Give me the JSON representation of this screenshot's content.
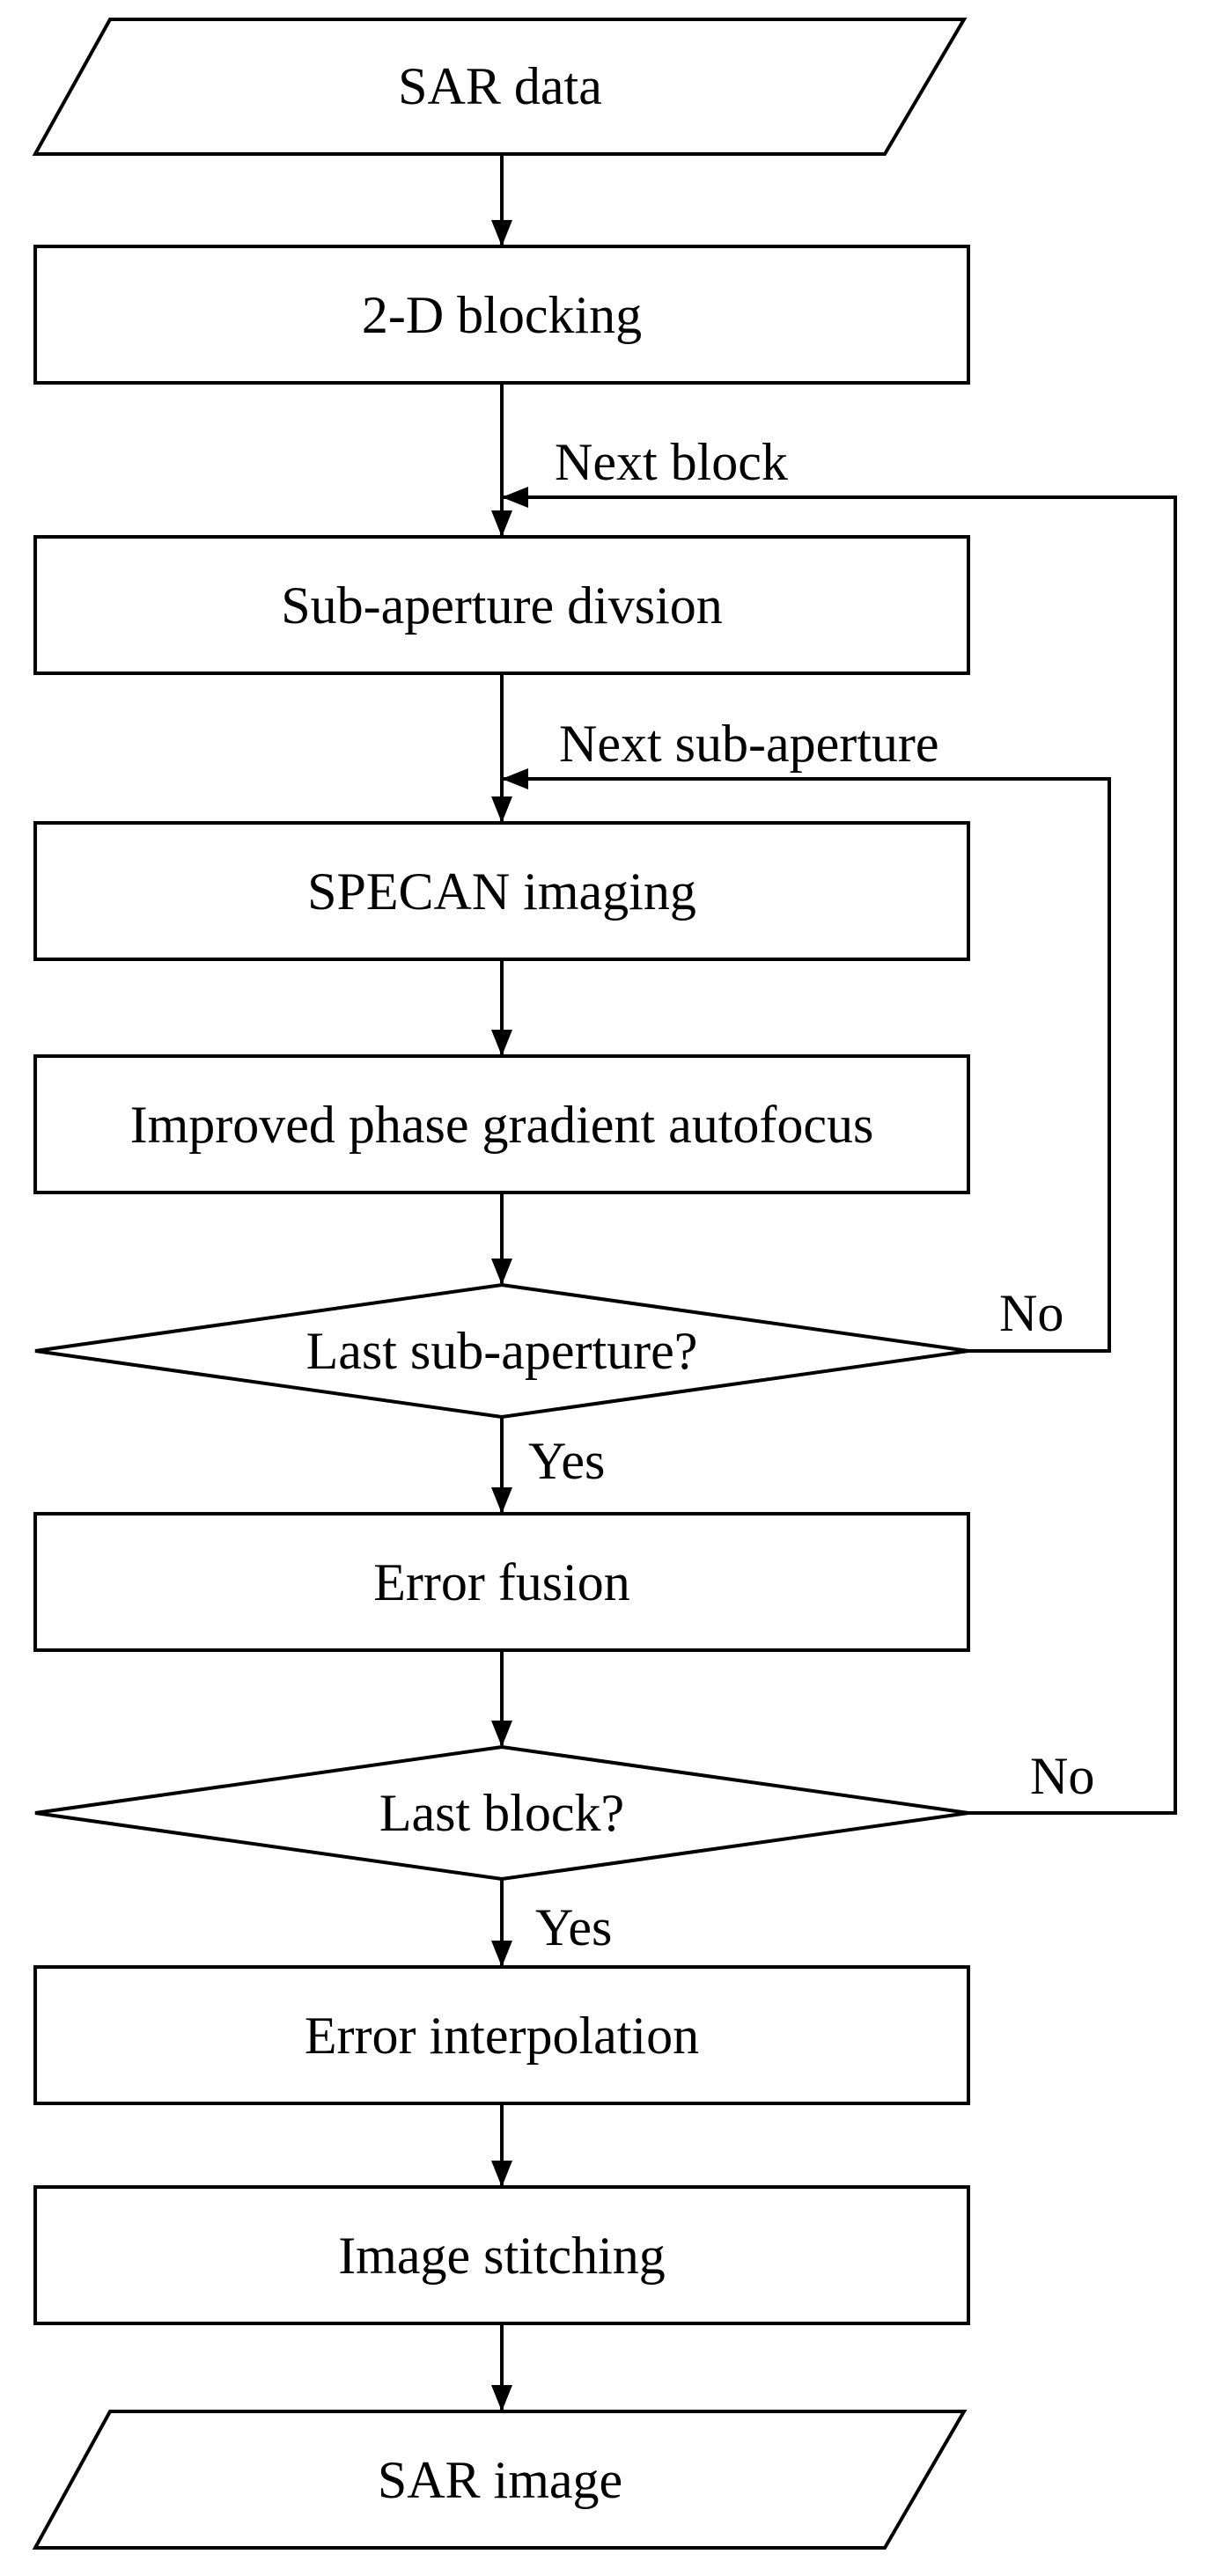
{
  "nodes": {
    "sar_data": "SAR data",
    "blocking": "2-D blocking",
    "subaperture_division": "Sub-aperture divsion",
    "specan": "SPECAN imaging",
    "pga": "Improved phase gradient autofocus",
    "last_subaperture": "Last sub-aperture?",
    "error_fusion": "Error fusion",
    "last_block": "Last block?",
    "error_interpolation": "Error interpolation",
    "image_stitching": "Image stitching",
    "sar_image": "SAR image"
  },
  "edges": {
    "next_block": "Next block",
    "next_subaperture": "Next sub-aperture",
    "no_subaperture": "No",
    "yes_subaperture": "Yes",
    "no_block": "No",
    "yes_block": "Yes"
  }
}
